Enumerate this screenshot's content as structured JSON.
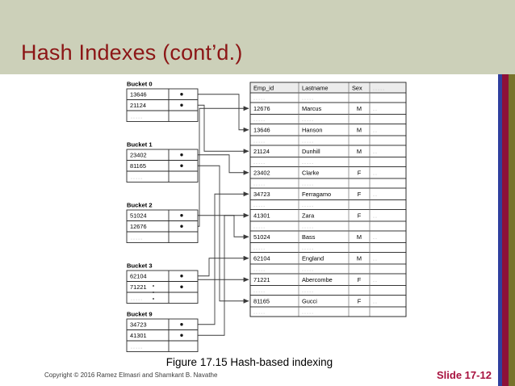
{
  "slide": {
    "title": "Hash Indexes (cont’d.)",
    "figure_caption": "Figure 17.15 Hash-based indexing",
    "copyright": "Copyright © 2016 Ramez Elmasri and Shamkant B. Navathe",
    "slide_number": "Slide 17-12",
    "colors": {
      "header_band": "#ccd0b9",
      "title": "#8c1616",
      "slide_number": "#a8123f",
      "stripe_blue": "#2f3f9e",
      "stripe_crimson": "#8d1038",
      "stripe_olive": "#77732a"
    }
  },
  "diagram": {
    "ellipsis_text": ".....",
    "vertical_ellipsis": "⋮",
    "buckets": [
      {
        "label": "Bucket 0",
        "entries": [
          "13646",
          "21124"
        ],
        "filler": "....."
      },
      {
        "label": "Bucket 1",
        "entries": [
          "23402",
          "81165"
        ],
        "filler": "....."
      },
      {
        "label": "Bucket 2",
        "entries": [
          "51024",
          "12676"
        ],
        "filler": "....."
      },
      {
        "label": "Bucket 3",
        "entries": [
          "62104",
          "71221"
        ],
        "filler": "....."
      },
      {
        "label": "Bucket 9",
        "entries": [
          "34723",
          "41301"
        ],
        "filler": "....."
      }
    ],
    "table": {
      "headers": [
        "Emp_id",
        "Lastname",
        "Sex",
        "....."
      ],
      "rows": [
        {
          "emp_id": "12676",
          "lastname": "Marcus",
          "sex": "M",
          "more": ".."
        },
        {
          "emp_id": "13646",
          "lastname": "Hanson",
          "sex": "M",
          "more": ".."
        },
        {
          "emp_id": "21124",
          "lastname": "Dunhill",
          "sex": "M",
          "more": ".."
        },
        {
          "emp_id": "23402",
          "lastname": "Clarke",
          "sex": "F",
          "more": ".."
        },
        {
          "emp_id": "34723",
          "lastname": "Ferragamo",
          "sex": "F",
          "more": ".."
        },
        {
          "emp_id": "41301",
          "lastname": "Zara",
          "sex": "F",
          "more": ".."
        },
        {
          "emp_id": "51024",
          "lastname": "Bass",
          "sex": "M",
          "more": ".."
        },
        {
          "emp_id": "62104",
          "lastname": "England",
          "sex": "M",
          "more": ".."
        },
        {
          "emp_id": "71221",
          "lastname": "Abercombe",
          "sex": "F",
          "more": ".."
        },
        {
          "emp_id": "81165",
          "lastname": "Gucci",
          "sex": "F",
          "more": ".."
        }
      ]
    }
  }
}
